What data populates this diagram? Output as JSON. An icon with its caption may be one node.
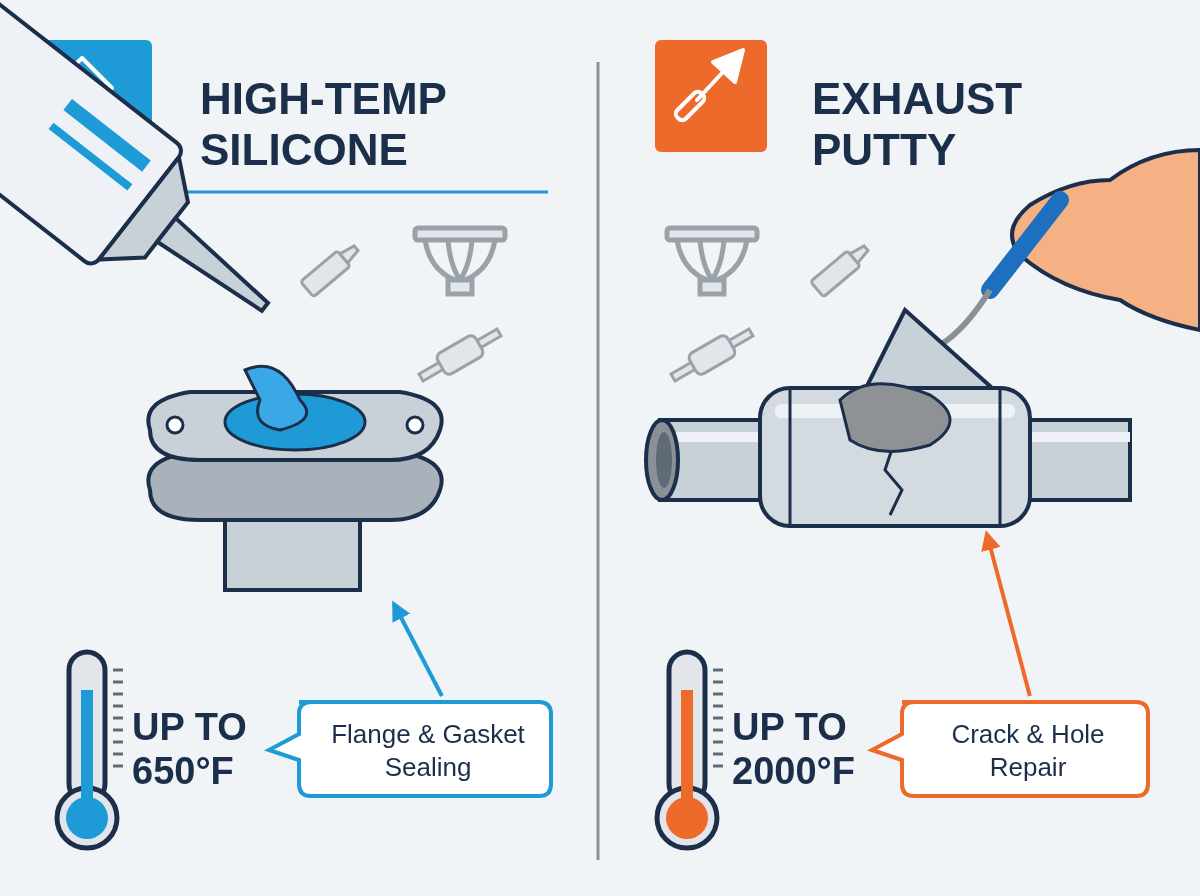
{
  "diagram": {
    "nodes": [
      {
        "text": [
          "Flange & Gasket Sealing"
        ]
      },
      {
        "text": [],
        "shape": "picture"
      },
      {
        "text": [
          "Crack & Hole Repair"
        ]
      },
      {
        "text": [],
        "shape": "picture"
      }
    ],
    "edges": [
      {
        "from": 0,
        "to": 1,
        "arrow": "to",
        "color": "#1e9ad6"
      },
      {
        "from": 2,
        "to": 3,
        "arrow": "to",
        "color": "#ee6a2a"
      }
    ],
    "labels": [
      "HIGH-TEMP SILICONE",
      "UP TO 650°F",
      "EXHAUST PUTTY",
      "UP TO 2000°F"
    ]
  }
}
